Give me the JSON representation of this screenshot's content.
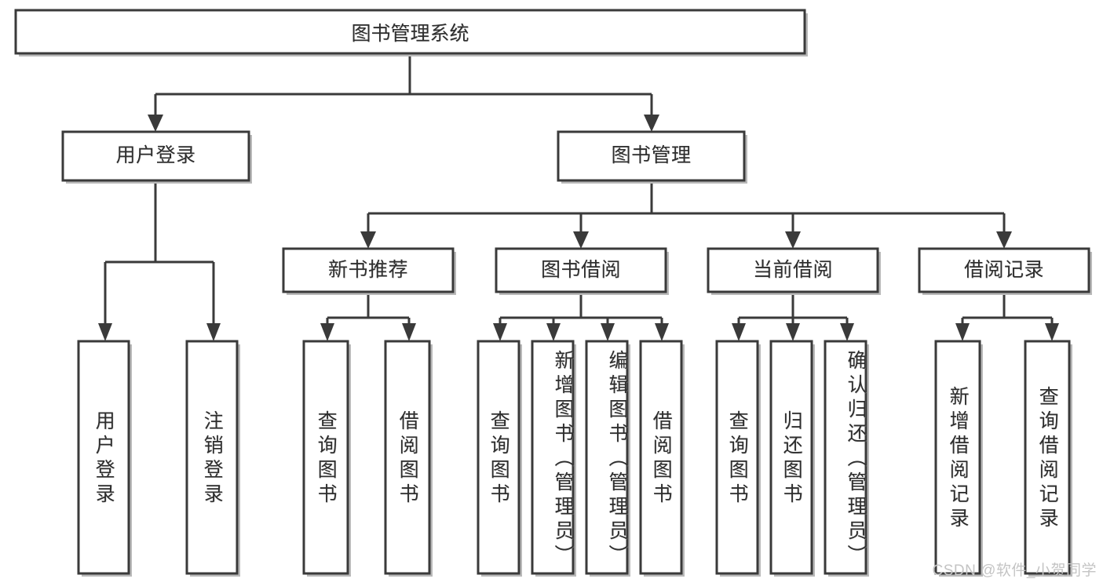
{
  "diagram": {
    "title": "图书管理系统",
    "watermark": "CSDN @软件_小贺同学",
    "stroke_color": "#3a3a3a",
    "box_fill": "#ffffff",
    "text_color": "#2e2e2e",
    "background": "#ffffff"
  },
  "nodes": {
    "root": {
      "label": "图书管理系统"
    },
    "level2": [
      {
        "label": "用户登录"
      },
      {
        "label": "图书管理"
      }
    ],
    "level3": [
      {
        "label": "新书推荐"
      },
      {
        "label": "图书借阅"
      },
      {
        "label": "当前借阅"
      },
      {
        "label": "借阅记录"
      }
    ],
    "leaves": {
      "user_login": [
        {
          "label": "用户登录"
        },
        {
          "label": "注销登录"
        }
      ],
      "new_book_recommend": [
        {
          "label": "查询图书"
        },
        {
          "label": "借阅图书"
        }
      ],
      "book_borrow": [
        {
          "label": "查询图书"
        },
        {
          "label": "新增图书（管理员）"
        },
        {
          "label": "编辑图书（管理员）"
        },
        {
          "label": "借阅图书"
        }
      ],
      "current_borrow": [
        {
          "label": "查询图书"
        },
        {
          "label": "归还图书"
        },
        {
          "label": "确认归还（管理员）"
        }
      ],
      "borrow_record": [
        {
          "label": "新增借阅记录"
        },
        {
          "label": "查询借阅记录"
        }
      ]
    }
  }
}
